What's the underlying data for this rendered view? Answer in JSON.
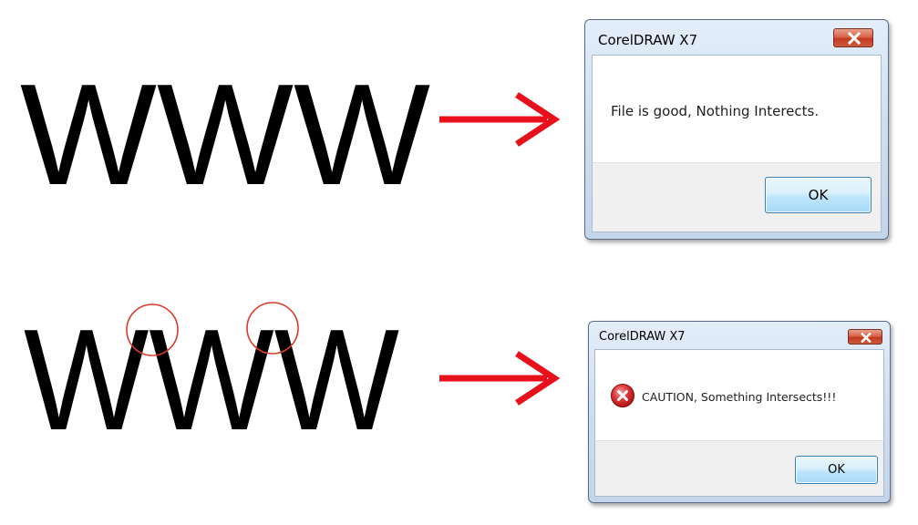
{
  "illustration": {
    "top_text": "WWW",
    "bottom_text": "WWW",
    "arrow_color": "#e8101a",
    "circle_color": "#d93b2b"
  },
  "dialog_good": {
    "title": "CorelDRAW X7",
    "message": "File is good, Nothing Interects.",
    "ok_label": "OK",
    "icon": "close-icon"
  },
  "dialog_error": {
    "title": "CorelDRAW X7",
    "message": "CAUTION, Something Intersects!!!",
    "ok_label": "OK",
    "icon": "error-icon"
  }
}
